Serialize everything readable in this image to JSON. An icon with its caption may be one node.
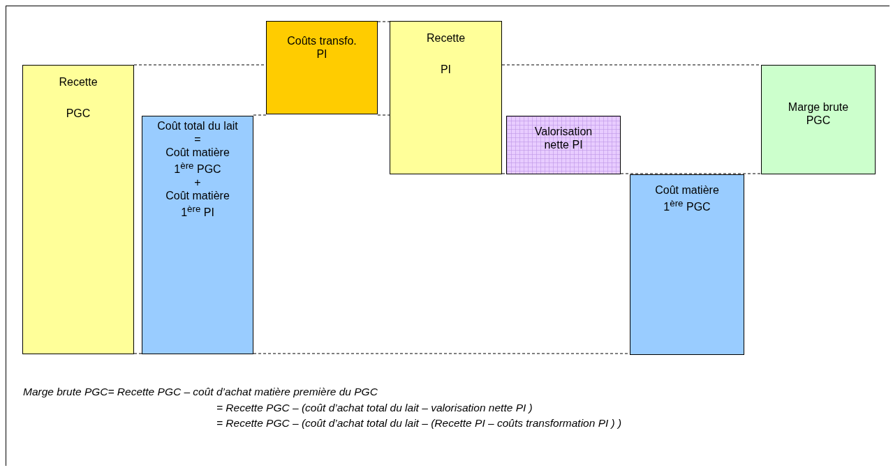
{
  "diagram": {
    "nodes": [
      {
        "text": [
          "Recette",
          "PGC"
        ]
      },
      {
        "text": [
          "Coût total du lait",
          "=",
          "Coût matière 1$^{ère}$ PGC",
          "+",
          "Coût matière 1$^{ère}$ PI"
        ]
      },
      {
        "text": [
          "Coûts transfo. PI"
        ]
      },
      {
        "text": [
          "Recette",
          "PI"
        ]
      },
      {
        "text": [
          "Valorisation nette PI"
        ]
      },
      {
        "text": [
          "Coût matière 1$^{ère}$ PGC"
        ]
      },
      {
        "text": [
          "Marge brute PGC"
        ]
      }
    ],
    "edges": [
      {
        "from": 0,
        "to": 2,
        "arrow": "none",
        "style": "dashed"
      },
      {
        "from": 2,
        "to": 3,
        "arrow": "none",
        "style": "dashed"
      },
      {
        "from": 1,
        "to": 2,
        "arrow": "none",
        "style": "dashed"
      },
      {
        "from": 2,
        "to": 3,
        "arrow": "none",
        "style": "dashed"
      },
      {
        "from": 3,
        "to": 6,
        "arrow": "none",
        "style": "dashed"
      },
      {
        "from": 3,
        "to": 4,
        "arrow": "none",
        "style": "dashed"
      },
      {
        "from": 4,
        "to": 6,
        "arrow": "none",
        "style": "dashed"
      },
      {
        "from": 0,
        "to": 1,
        "arrow": "none",
        "style": "dashed"
      },
      {
        "from": 1,
        "to": 5,
        "arrow": "none",
        "style": "dashed"
      }
    ],
    "labels": [
      "Marge brute PGC= Recette PGC – coût d’achat matière première du PGC",
      "= Recette PGC – (coût d’achat total du lait – valorisation nette PI )",
      "= Recette PGC – (coût d’achat total du lait – (Recette PI – coûts transformation PI ) )"
    ]
  }
}
